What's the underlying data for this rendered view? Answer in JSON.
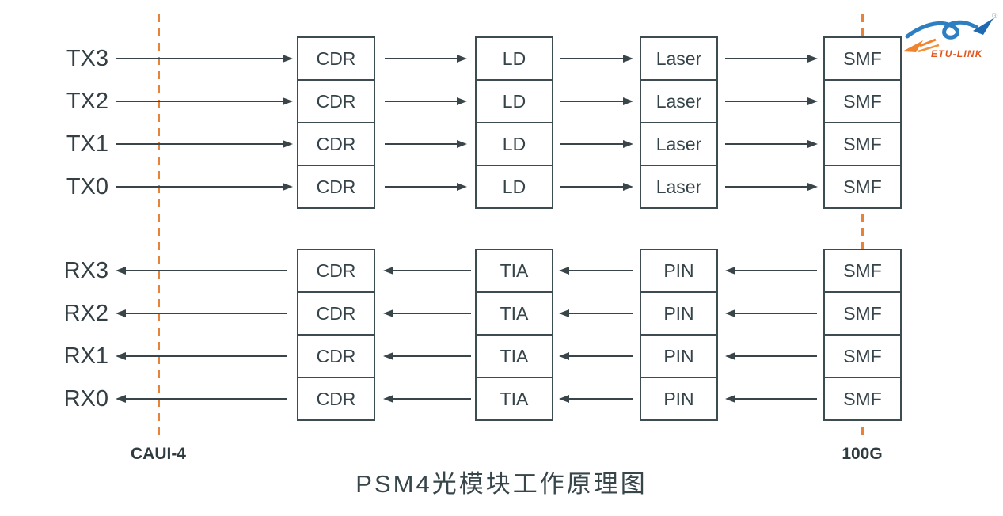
{
  "title": "PSM4光模块工作原理图",
  "interfaces": {
    "left": "CAUI-4",
    "right": "100G"
  },
  "tx": {
    "direction": "right",
    "lanes": [
      "TX3",
      "TX2",
      "TX1",
      "TX0"
    ],
    "stages": [
      "CDR",
      "LD",
      "Laser",
      "SMF"
    ]
  },
  "rx": {
    "direction": "left",
    "lanes": [
      "RX3",
      "RX2",
      "RX1",
      "RX0"
    ],
    "stages": [
      "CDR",
      "TIA",
      "PIN",
      "SMF"
    ]
  },
  "logo": {
    "name": "ETU-LINK",
    "registered": "®"
  },
  "colors": {
    "box_border": "#3d4c51",
    "line": "#394549",
    "dashed_boundary": "#e8813a",
    "text": "#35444a",
    "logo_blue": "#2e7fc2",
    "logo_orange": "#ee8430",
    "logo_text": "#e2571e"
  }
}
